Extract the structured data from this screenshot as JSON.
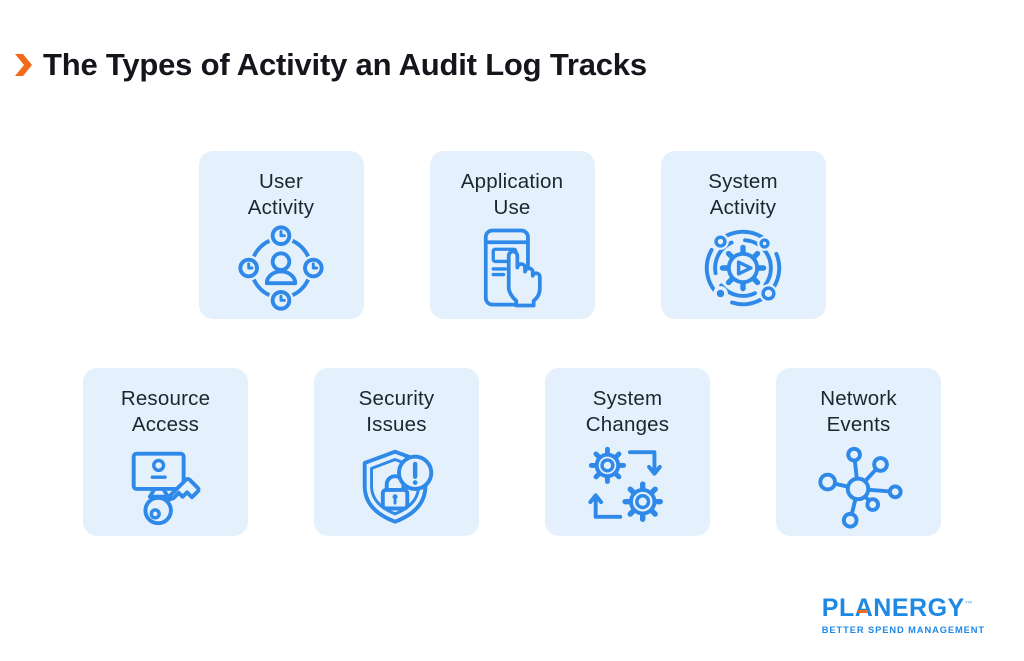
{
  "header": {
    "title": "The Types of Activity an Audit Log Tracks"
  },
  "rows": [
    {
      "cards": [
        {
          "label": "User Activity",
          "label_lines": [
            "User",
            "Activity"
          ],
          "icon": "user-activity-icon"
        },
        {
          "label": "Application Use",
          "label_lines": [
            "Application",
            "Use"
          ],
          "icon": "application-use-icon"
        },
        {
          "label": "System Activity",
          "label_lines": [
            "System",
            "Activity"
          ],
          "icon": "system-activity-icon"
        }
      ]
    },
    {
      "cards": [
        {
          "label": "Resource Access",
          "label_lines": [
            "Resource",
            "Access"
          ],
          "icon": "resource-access-icon"
        },
        {
          "label": "Security Issues",
          "label_lines": [
            "Security",
            "Issues"
          ],
          "icon": "security-issues-icon"
        },
        {
          "label": "System Changes",
          "label_lines": [
            "System",
            "Changes"
          ],
          "icon": "system-changes-icon"
        },
        {
          "label": "Network Events",
          "label_lines": [
            "Network",
            "Events"
          ],
          "icon": "network-events-icon"
        }
      ]
    }
  ],
  "footer": {
    "brand": "PLANERGY",
    "trademark": "™",
    "tagline": "BETTER SPEND MANAGEMENT"
  },
  "colors": {
    "card_bg": "#e4f1fc",
    "icon_blue": "#2f89e8",
    "accent_orange": "#f26a1b",
    "brand_blue": "#1e88e5",
    "title_color": "#14161c",
    "label_color": "#1d2531"
  }
}
